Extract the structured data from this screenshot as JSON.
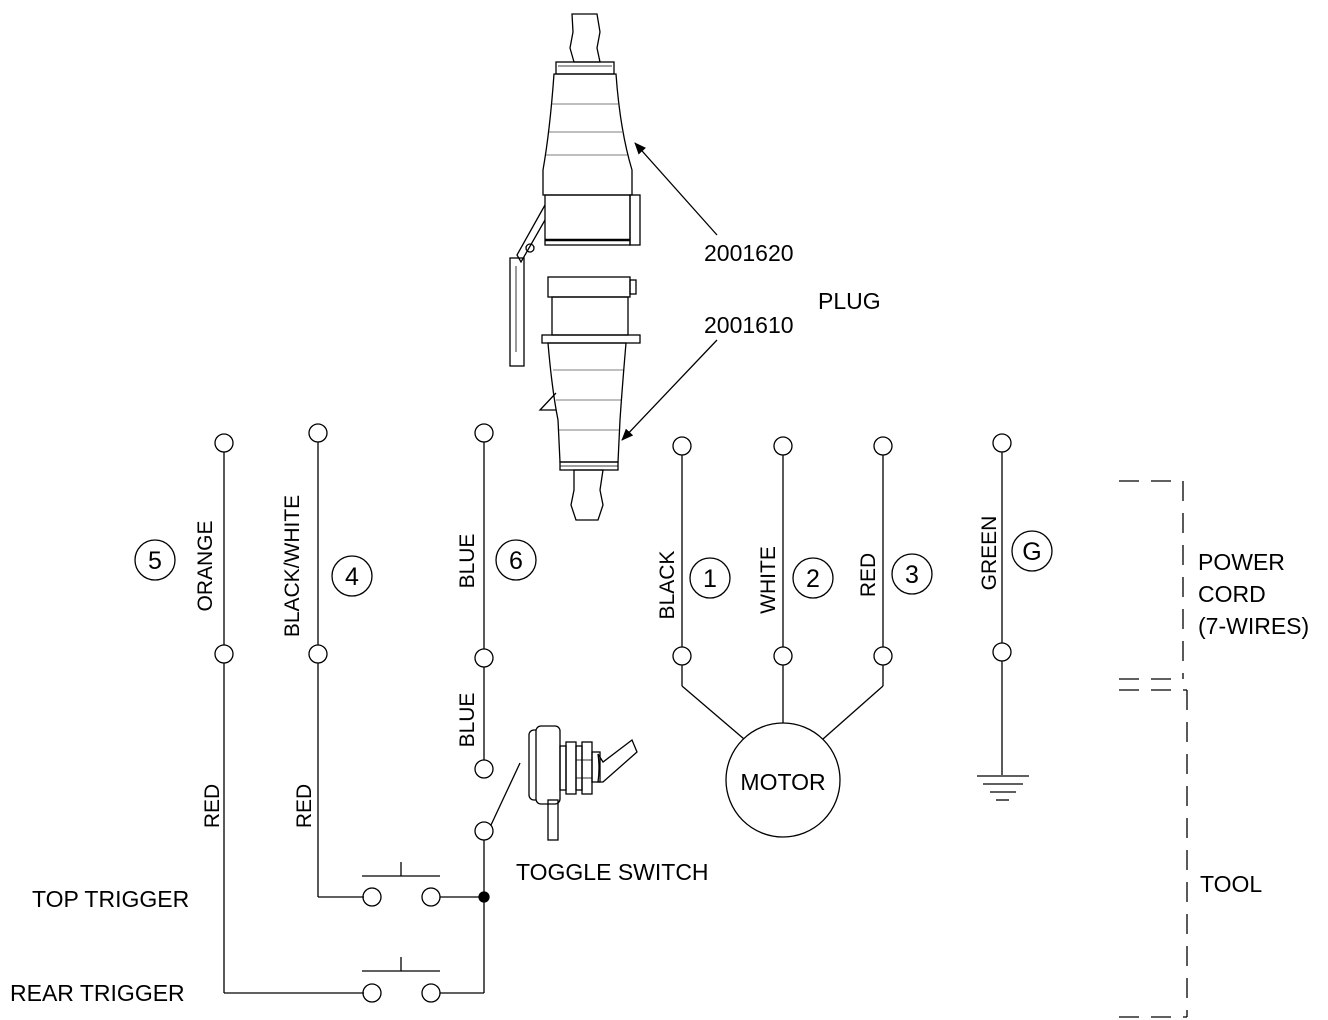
{
  "plug": {
    "part_upper": "2001620",
    "part_lower": "2001610",
    "label": "PLUG"
  },
  "wires": {
    "w5": {
      "number": "5",
      "color": "ORANGE",
      "lower_color": "RED"
    },
    "w4": {
      "number": "4",
      "color": "BLACK/WHITE",
      "lower_color": "RED"
    },
    "w6": {
      "number": "6",
      "color": "BLUE",
      "lower_color": "BLUE"
    },
    "w1": {
      "number": "1",
      "color": "BLACK"
    },
    "w2": {
      "number": "2",
      "color": "WHITE"
    },
    "w3": {
      "number": "3",
      "color": "RED"
    },
    "wg": {
      "number": "G",
      "color": "GREEN"
    }
  },
  "components": {
    "motor": "MOTOR",
    "toggle_switch": "TOGGLE SWITCH",
    "top_trigger": "TOP TRIGGER",
    "rear_trigger": "REAR TRIGGER"
  },
  "brackets": {
    "power_cord_line1": "POWER",
    "power_cord_line2": "CORD",
    "power_cord_line3": "(7-WIRES)",
    "tool": "TOOL"
  }
}
